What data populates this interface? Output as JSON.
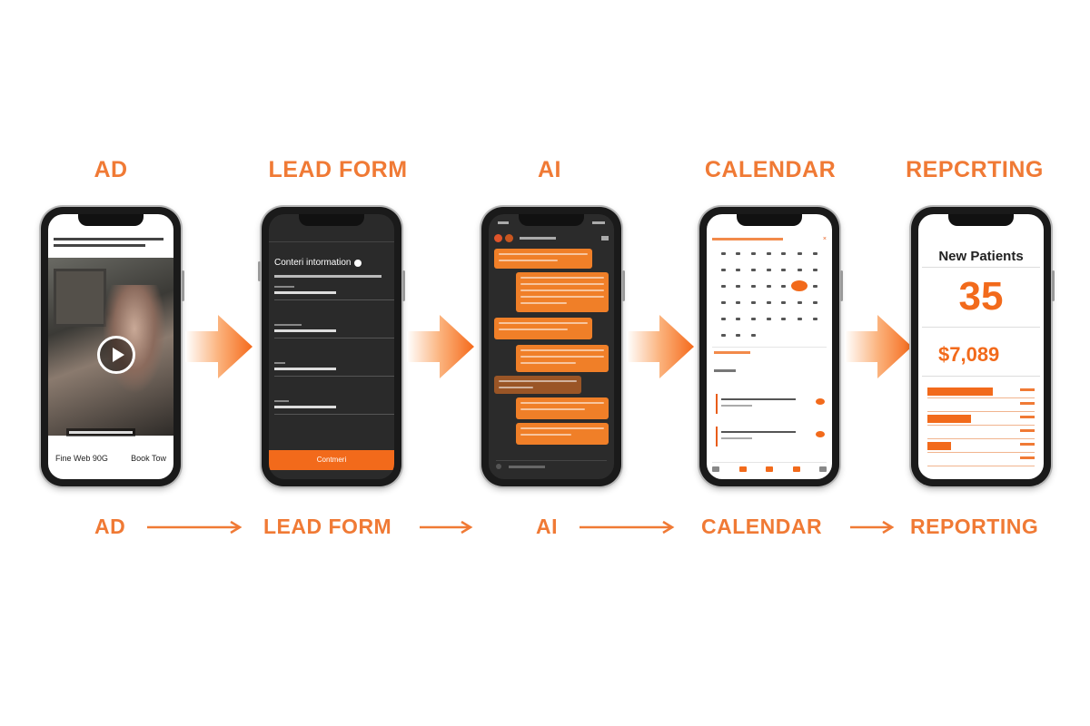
{
  "colors": {
    "accent": "#f07a35",
    "dark_screen": "#2a2a2a"
  },
  "stages": [
    {
      "title": "AD",
      "bottom_label": "AD"
    },
    {
      "title": "LEAD FORM",
      "bottom_label": "LEAD FORM"
    },
    {
      "title": "AI",
      "bottom_label": "AI"
    },
    {
      "title": "CALENDAR",
      "bottom_label": "CALENDAR"
    },
    {
      "title": "REPCRTING",
      "bottom_label": "REPORTING"
    }
  ],
  "ad": {
    "footer_left": "Fine Web 90G",
    "footer_right": "Book Tow"
  },
  "lead_form": {
    "title": "Conteri intormation",
    "submit_label": "Contmeri"
  },
  "reporting": {
    "title": "New Patients",
    "count": "35",
    "amount": "$7,089",
    "bars": [
      0.78,
      0.0,
      0.52,
      0.0,
      0.28,
      0.0
    ]
  },
  "icons": {
    "play": "play-icon"
  }
}
